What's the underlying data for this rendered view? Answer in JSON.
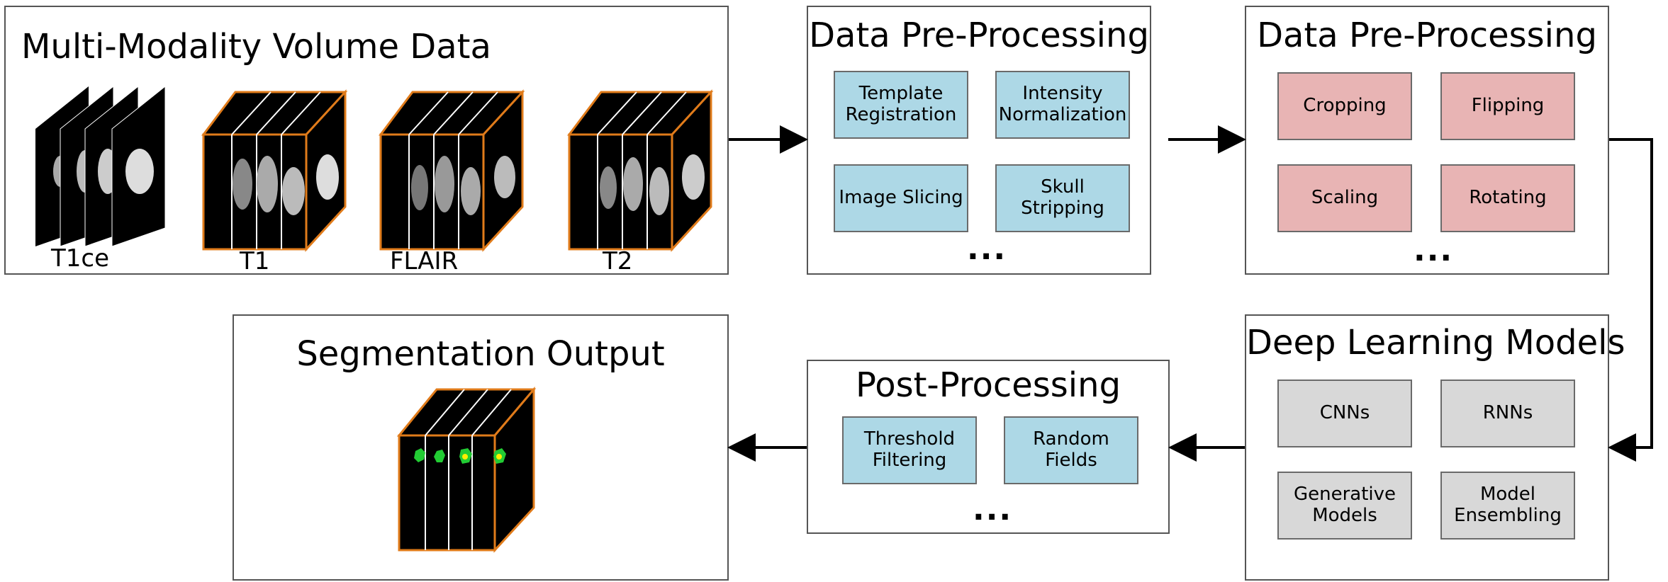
{
  "input_panel": {
    "title": "Multi-Modality Volume Data",
    "modalities": [
      "T1ce",
      "T1",
      "FLAIR",
      "T2"
    ]
  },
  "preprocessing_panel": {
    "title": "Data Pre-Processing",
    "steps": [
      "Template Registration",
      "Intensity Normalization",
      "Image Slicing",
      "Skull Stripping"
    ],
    "more": "..."
  },
  "augmentation_panel": {
    "title": "Data Pre-Processing",
    "steps": [
      "Cropping",
      "Flipping",
      "Scaling",
      "Rotating"
    ],
    "more": "..."
  },
  "models_panel": {
    "title": "Deep Learning Models",
    "models": [
      "CNNs",
      "RNNs",
      "Generative Models",
      "Model Ensembling"
    ]
  },
  "postprocessing_panel": {
    "title": "Post-Processing",
    "steps": [
      "Threshold Filtering",
      "Random Fields"
    ],
    "more": "..."
  },
  "output_panel": {
    "title": "Segmentation Output"
  },
  "colors": {
    "step_blue": "#add8e6",
    "augment_pink": "#e8b4b4",
    "model_gray": "#d8d8d8",
    "volume_outline_orange": "#e07b1a",
    "segment_green": "#22cc33",
    "segment_yellow": "#ffee00"
  }
}
